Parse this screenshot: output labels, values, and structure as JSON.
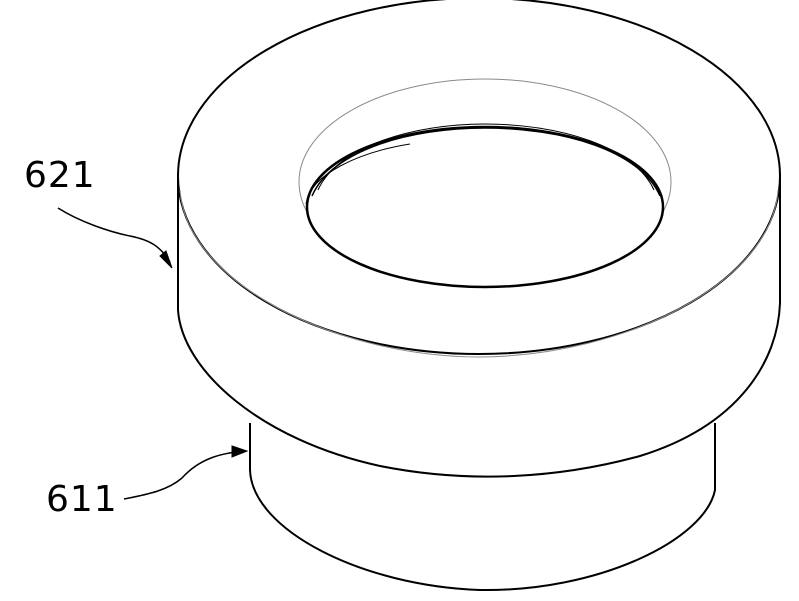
{
  "callouts": [
    {
      "label": "621",
      "refers_to": "flange"
    },
    {
      "label": "611",
      "refers_to": "lower-sleeve"
    }
  ]
}
